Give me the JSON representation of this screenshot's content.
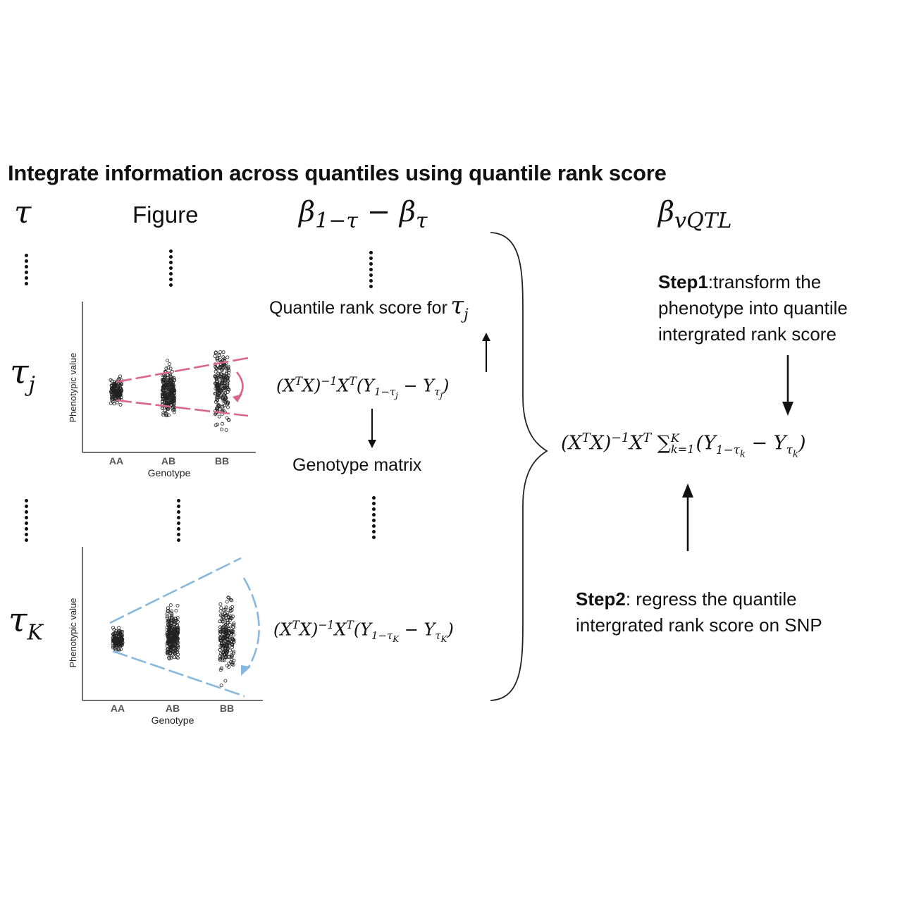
{
  "title": "Integrate information across quantiles using quantile rank score",
  "headers": {
    "figure": "Figure"
  },
  "middle": {
    "quantile_rank_label": "Quantile rank score for",
    "genotype_matrix_label": "Genotype matrix"
  },
  "right": {
    "step1_bold": "Step1",
    "step1_text": ":transform the phenotype into quantile intergrated rank score",
    "step2_bold": "Step2",
    "step2_text": ": regress the quantile intergrated rank score on SNP"
  },
  "plots": {
    "ylabel": "Phenotypic value",
    "xlabel": "Genotype",
    "categories": [
      "AA",
      "AB",
      "BB"
    ],
    "top_color": "#d9668f",
    "bottom_color": "#88b8dd"
  }
}
